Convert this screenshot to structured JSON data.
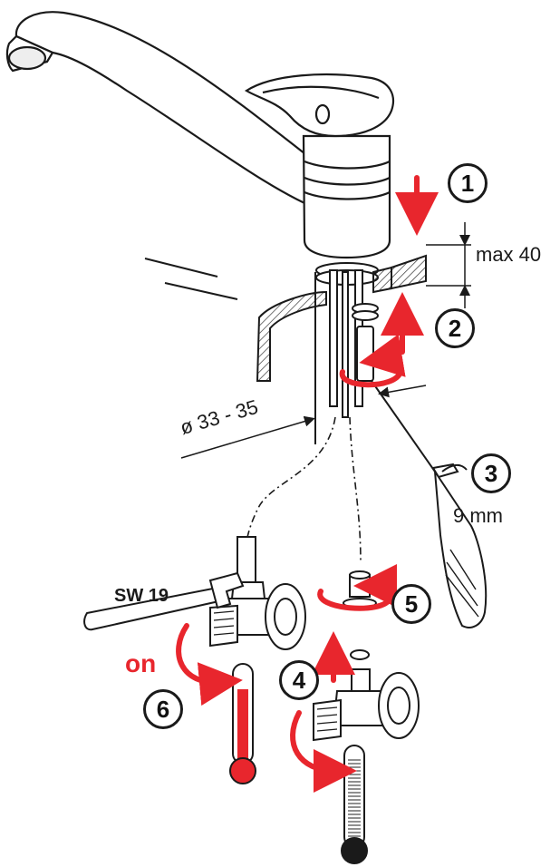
{
  "steps": [
    "1",
    "2",
    "3",
    "4",
    "5",
    "6"
  ],
  "labels": {
    "max_height": "max 40",
    "hole_diameter": "ø 33 - 35",
    "hex_size": "9 mm",
    "wrench": "SW 19",
    "on": "on"
  },
  "colors": {
    "accent": "#e8262d",
    "line": "#1a1a1a"
  }
}
